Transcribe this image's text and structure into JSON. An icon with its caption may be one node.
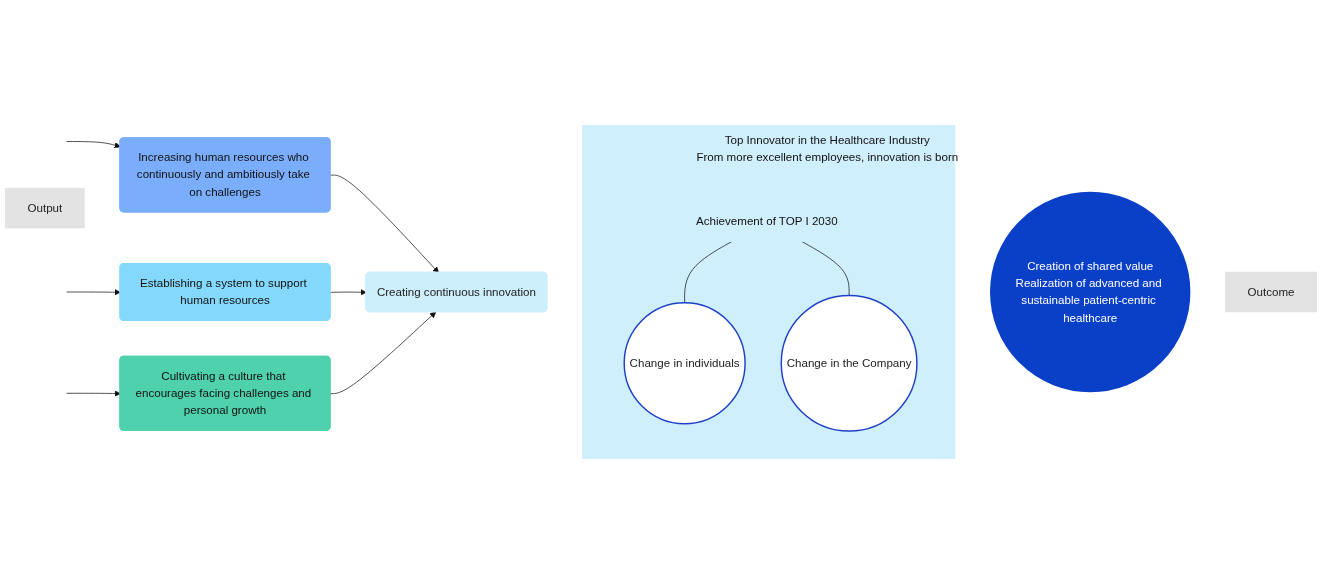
{
  "diagram": {
    "nodes": [
      {
        "text": [
          "Output"
        ]
      },
      {
        "text": [
          "Outcome"
        ]
      },
      {
        "text": [
          "Increasing human resources who continuously and ambitiously take on challenges"
        ]
      },
      {
        "text": [
          "Establishing a system to support human resources"
        ]
      },
      {
        "text": [
          "Cultivating a culture that encourages facing challenges and personal growth"
        ]
      },
      {
        "text": [
          "Creating continuous innovation"
        ]
      },
      {
        "text": [
          "Top Innovator in the Healthcare Industry",
          "From more excellent employees, innovation is born"
        ]
      },
      {
        "text": [
          "Achievement of  TOP I 2030"
        ],
        "in": 6
      },
      {
        "text": [
          "Change in individuals"
        ],
        "in": 6
      },
      {
        "text": [
          "Change in the Company"
        ],
        "in": 6
      },
      {
        "text": [
          "Creation of shared value",
          "Realization of advanced and sustainable patient-centric healthcare"
        ]
      }
    ],
    "edges": [
      {
        "from": null,
        "to": 2,
        "arrow": "to"
      },
      {
        "from": null,
        "to": 3,
        "arrow": "to"
      },
      {
        "from": null,
        "to": 4,
        "arrow": "to"
      },
      {
        "from": 2,
        "to": 5,
        "arrow": "to"
      },
      {
        "from": 3,
        "to": 5,
        "arrow": "to"
      },
      {
        "from": 4,
        "to": 5,
        "arrow": "to"
      },
      {
        "from": 7,
        "to": 8,
        "arrow": "none"
      },
      {
        "from": 7,
        "to": 9,
        "arrow": "none"
      }
    ]
  }
}
